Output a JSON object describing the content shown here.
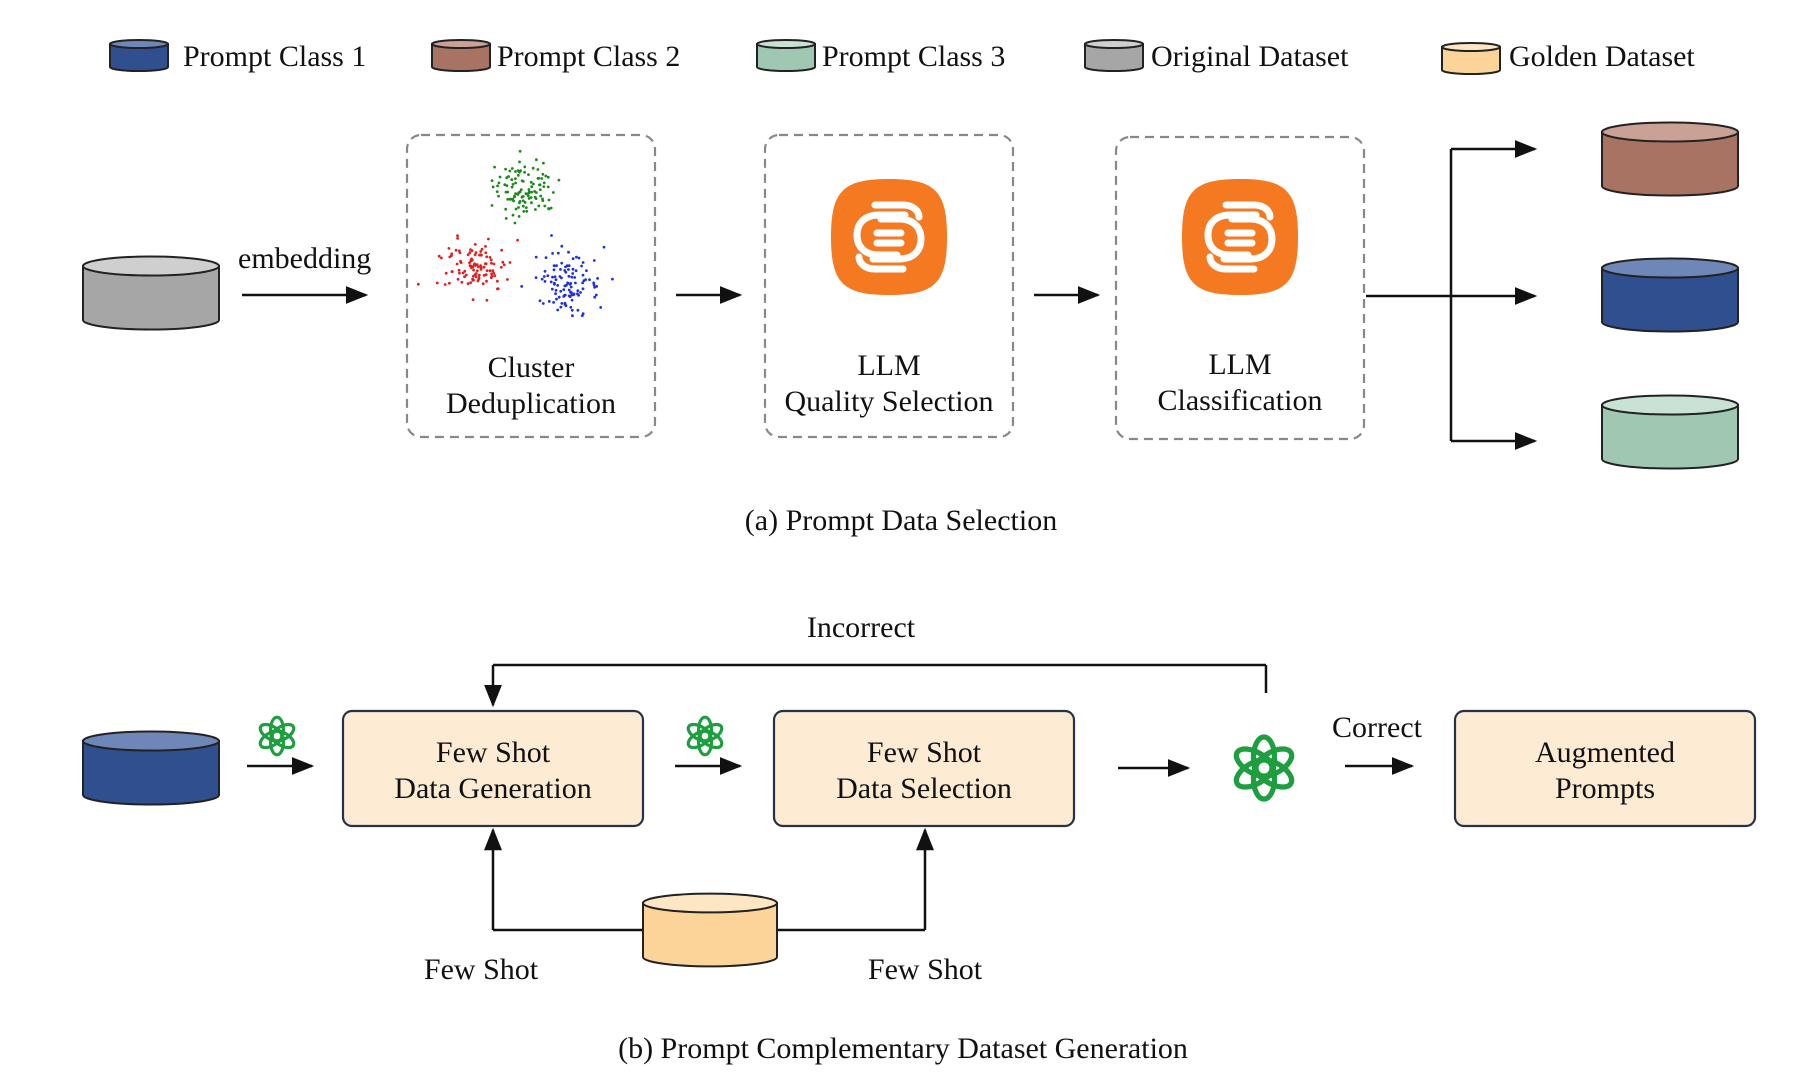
{
  "legend": [
    {
      "label": "Prompt Class 1",
      "color": "#2f4f8f",
      "top_color": "#6f86b8"
    },
    {
      "label": "Prompt Class 2",
      "color": "#a87362",
      "top_color": "#c9a195"
    },
    {
      "label": "Prompt Class 3",
      "color": "#9fc7b1",
      "top_color": "#c9e2d4"
    },
    {
      "label": "Original Dataset",
      "color": "#a6a6a6",
      "top_color": "#cfcfcf"
    },
    {
      "label": "Golden Dataset",
      "color": "#fcd49a",
      "top_color": "#fde6c3"
    }
  ],
  "part_a": {
    "caption": "(a) Prompt Data Selection",
    "embedding_label": "embedding",
    "cluster_box": {
      "line1": "Cluster",
      "line2": "Deduplication"
    },
    "quality_box": {
      "line1": "LLM",
      "line2": "Quality Selection"
    },
    "classify_box": {
      "line1": "LLM",
      "line2": "Classification"
    },
    "cluster_colors": [
      "#1a8a1a",
      "#e02020",
      "#2030e0"
    ],
    "llm_icon_color": "#f47920"
  },
  "part_b": {
    "caption": "(b) Prompt Complementary Dataset Generation",
    "incorrect_label": "Incorrect",
    "correct_label": "Correct",
    "gen_box": {
      "line1": "Few Shot",
      "line2": "Data Generation"
    },
    "sel_box": {
      "line1": "Few Shot",
      "line2": "Data Selection"
    },
    "out_box": {
      "line1": "Augmented",
      "line2": "Prompts"
    },
    "few_shot_left": "Few Shot",
    "few_shot_right": "Few Shot",
    "box_fill": "#fdebd3",
    "openai_color": "#1e9e3e"
  }
}
